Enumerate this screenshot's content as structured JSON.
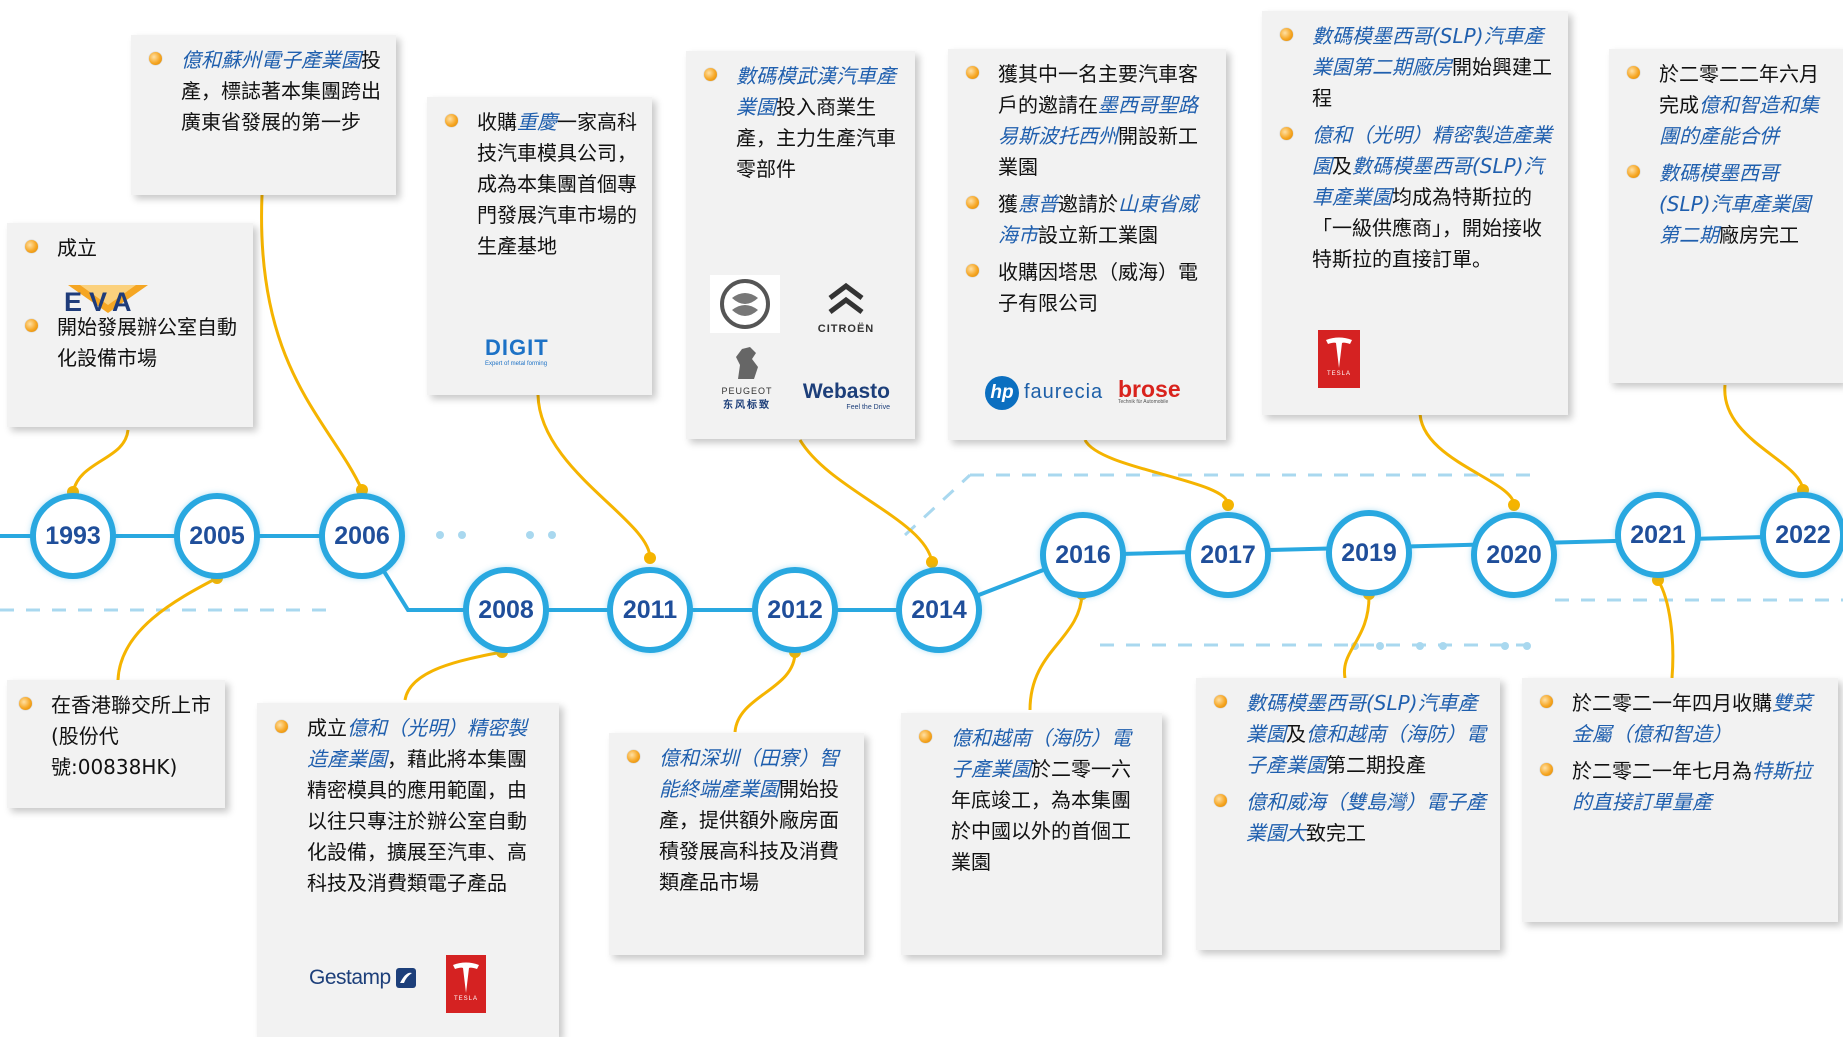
{
  "colors": {
    "accent": "#29a8e0",
    "connector": "#f5b400",
    "highlight": "#1f5fae",
    "year": "#1f4e9a"
  },
  "years": [
    "1993",
    "2005",
    "2006",
    "2008",
    "2011",
    "2012",
    "2014",
    "2016",
    "2017",
    "2019",
    "2020",
    "2021",
    "2022"
  ],
  "cards": {
    "c1993": [
      [
        "成立"
      ],
      [
        "開始發展辦公室自動化設備市場"
      ]
    ],
    "c2005": [
      [
        "在香港聯交所上市(股份代號:00838HK)"
      ]
    ],
    "c2006": [
      [
        "億和蘇州電子產業園",
        "投產，標誌著本集團跨出廣東省發展的第一步"
      ]
    ],
    "c2008": [
      [
        "成立",
        "億和（光明）精密製造產業園",
        "，藉此將本集團精密模具的應用範圍，由以往只專注於辦公室自動化設備，擴展至汽車、高科技及消費類電子產品"
      ]
    ],
    "c2011": [
      [
        "收購",
        "重慶",
        "一家高科技汽車模具公司，成為本集團首個專門發展汽車市場的生產基地"
      ]
    ],
    "c2012": [
      [
        "億和深圳（田寮）智能終端產業園",
        "開始投產，提供額外廠房面積發展高科技及消費類產品市場"
      ]
    ],
    "c2014": [
      [
        "數碼模武漢汽車產業園",
        "投入商業生產，主力生產汽車零部件"
      ]
    ],
    "c2016": [
      [
        "億和越南（海防）電子產業園",
        "於二零一六年底竣工，為本集團於中國以外的首個工業園"
      ]
    ],
    "c2017": [
      [
        "獲其中一名主要汽車客戶的邀請在",
        "墨西哥聖路易斯波托西州",
        "開設新工業園"
      ],
      [
        "獲",
        "惠普",
        "邀請於",
        "山東省威海市",
        "設立新工業園"
      ],
      [
        "收購因塔思（威海）電子有限公司"
      ]
    ],
    "c2019": [
      [
        "數碼模墨西哥(SLP)汽車產業園",
        "及",
        "億和越南（海防）電子產業園",
        "第二期投產"
      ],
      [
        "億和威海（雙島灣）電子產業園大",
        "致完工"
      ]
    ],
    "c2020": [
      [
        "數碼模墨西哥(SLP)汽車產業園第二期廠房",
        "開始興建工程"
      ],
      [
        "億和（光明）精密製造產業園",
        "及",
        "數碼模墨西哥(SLP)汽車產業園",
        "均成為特斯拉的「一級供應商」，開始接收特斯拉的直接訂單。"
      ]
    ],
    "c2021": [
      [
        "於二零二一年四月收購",
        "雙菜金屬（億和智造）"
      ],
      [
        "於二零二一年七月為",
        "特斯拉的直接訂單量產"
      ]
    ],
    "c2022": [
      [
        "於二零二二年六月完成",
        "億和智造和集團的產能合併"
      ],
      [
        "數碼模墨西哥(SLP)汽車產業園第二期",
        "廠房完工"
      ]
    ]
  },
  "highlight_segments": {
    "c2006": [
      0
    ],
    "c2008": [
      1
    ],
    "c2011": [
      1
    ],
    "c2012": [
      0
    ],
    "c2014": [
      0
    ],
    "c2016": [
      0
    ],
    "c2017": [
      [
        1
      ],
      [
        1,
        3
      ],
      []
    ],
    "c2019": [
      [
        0,
        2
      ],
      [
        0
      ]
    ],
    "c2020": [
      [
        0
      ],
      [
        0,
        2
      ]
    ],
    "c2021": [
      [
        1
      ],
      [
        1
      ]
    ],
    "c2022": [
      [
        1
      ],
      [
        0
      ]
    ]
  },
  "logos": {
    "eva": "EVA",
    "digit": "DIGIT",
    "digit_tagline": "Expert of metal forming",
    "citroen": "CITROËN",
    "peugeot": "PEUGEOT",
    "peugeot_cn": "东风标致",
    "webasto": "Webasto",
    "webasto_tagline": "Feel the Drive",
    "hp": "hp",
    "faurecia": "faurecia",
    "brose": "brose",
    "brose_tagline": "Technik für Automobile",
    "gestamp": "Gestamp",
    "tesla": "TESLA"
  }
}
